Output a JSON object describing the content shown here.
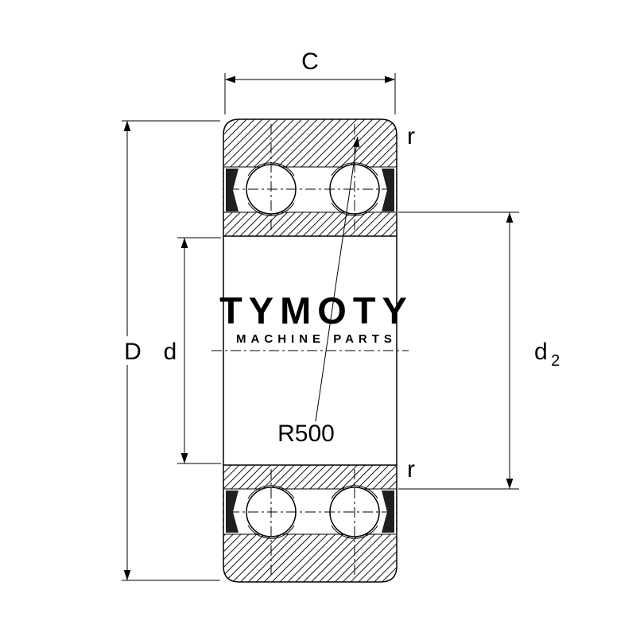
{
  "diagram": {
    "watermark": {
      "line1": "TYMOTY",
      "line2": "MACHINE PARTS",
      "color": "#b8bcc4"
    },
    "labels": {
      "width": "C",
      "outer_diameter": "D",
      "bore_diameter": "d",
      "shoulder_diameter_main": "d",
      "shoulder_diameter_sub": "2",
      "corner_radius_top": "r",
      "corner_radius_bottom": "r",
      "crown_radius": "R500"
    },
    "colors": {
      "line": "#000000",
      "seal": "#1f1f1f",
      "background": "#ffffff"
    }
  }
}
